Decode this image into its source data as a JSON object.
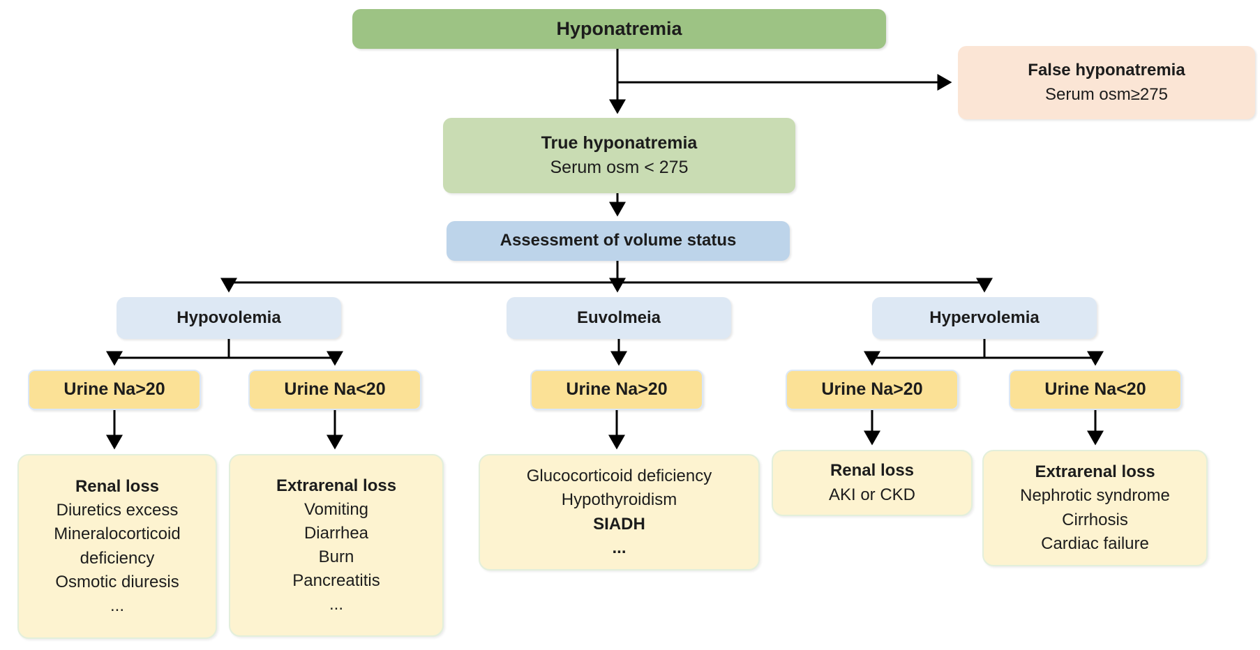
{
  "diagram": {
    "type": "flowchart",
    "topic": "Hyponatremia diagnostic algorithm"
  },
  "colors": {
    "root_green": "#9dc384",
    "true_green": "#c9dcb3",
    "false_peach": "#fbe5d5",
    "assessment_blue": "#bdd4ea",
    "volume_blue": "#dde8f4",
    "urine_yellow": "#fbe196",
    "cause_cream": "#fdf3d0",
    "arrow_black": "#000000"
  },
  "nodes": {
    "hyponatremia": {
      "label": "Hyponatremia"
    },
    "false_hyponatremia": {
      "title": "False hyponatremia",
      "subtitle": "Serum osm≥275"
    },
    "true_hyponatremia": {
      "title": "True hyponatremia",
      "subtitle": "Serum osm < 275"
    },
    "assessment": {
      "label": "Assessment of volume status"
    },
    "hypovolemia": {
      "label": "Hypovolemia"
    },
    "euvolmeia": {
      "label": "Euvolmeia"
    },
    "hypervolemia": {
      "label": "Hypervolemia"
    },
    "hypo_urine_gt20": {
      "label": "Urine Na>20"
    },
    "hypo_urine_lt20": {
      "label": "Urine Na<20"
    },
    "eu_urine_gt20": {
      "label": "Urine Na>20"
    },
    "hyper_urine_gt20": {
      "label": "Urine Na>20"
    },
    "hyper_urine_lt20": {
      "label": "Urine Na<20"
    },
    "renal_loss_hypo": {
      "title": "Renal loss",
      "lines": [
        "Diuretics excess",
        "Mineralocorticoid deficiency",
        "Osmotic diuresis",
        "..."
      ]
    },
    "extrarenal_loss_hypo": {
      "title": "Extrarenal loss",
      "lines": [
        "Vomiting",
        "Diarrhea",
        "Burn",
        "Pancreatitis",
        "..."
      ]
    },
    "euvolemic_causes": {
      "lines": [
        "Glucocorticoid deficiency",
        "Hypothyroidism",
        "SIADH",
        "..."
      ]
    },
    "renal_loss_hyper": {
      "title": "Renal loss",
      "lines": [
        "AKI or CKD"
      ]
    },
    "extrarenal_loss_hyper": {
      "title": "Extrarenal loss",
      "lines": [
        "Nephrotic syndrome",
        "Cirrhosis",
        "Cardiac failure"
      ]
    }
  }
}
